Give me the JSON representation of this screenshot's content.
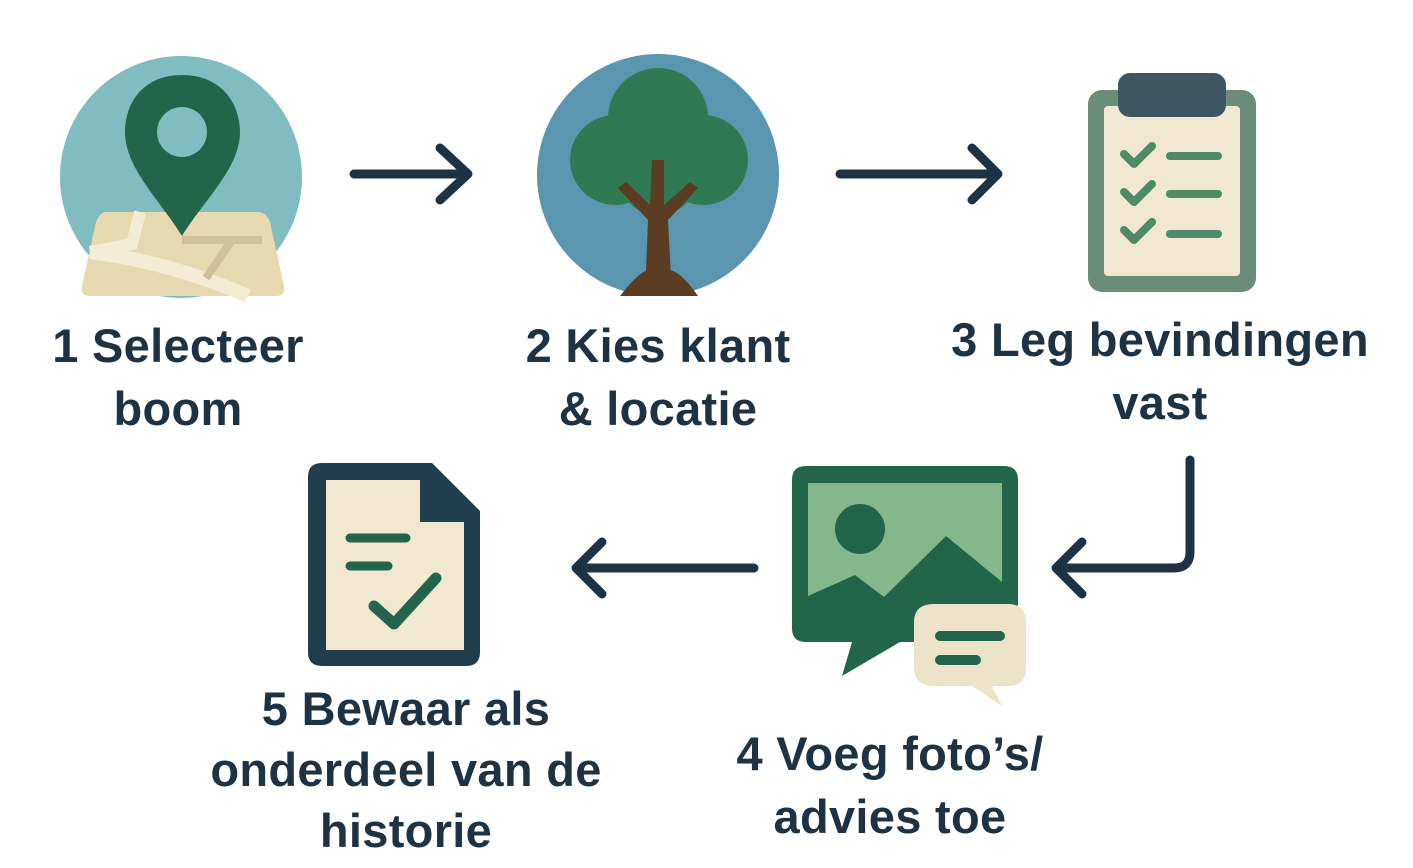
{
  "steps": [
    {
      "lines": [
        "1 Selecteer",
        "boom"
      ],
      "icon": "map-pin-icon"
    },
    {
      "lines": [
        "2 Kies klant",
        "& locatie"
      ],
      "icon": "tree-icon"
    },
    {
      "lines": [
        "3 Leg bevindingen",
        "vast"
      ],
      "icon": "clipboard-checklist-icon"
    },
    {
      "lines": [
        "4 Voeg foto’s/",
        "advies toe"
      ],
      "icon": "photo-comment-icon"
    },
    {
      "lines": [
        "5 Bewaar als",
        "onderdeel van de",
        "historie"
      ],
      "icon": "document-check-icon"
    }
  ],
  "colors": {
    "text": "#1d3344",
    "dark_green": "#22654a",
    "light_green": "#82b88c",
    "teal": "#80bcc0",
    "blue": "#5a96b0",
    "cream": "#ece3c8",
    "arrow": "#1d3344"
  }
}
